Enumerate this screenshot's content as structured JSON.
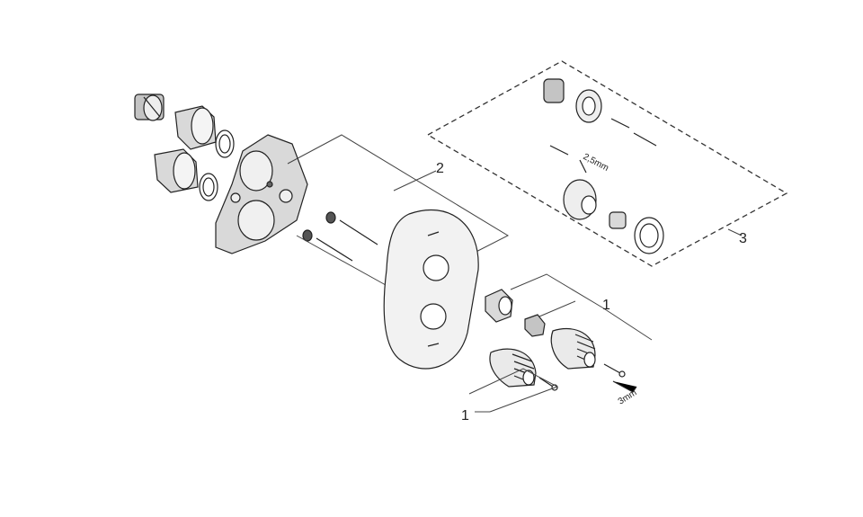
{
  "callouts": {
    "label_1_top": "1",
    "label_1_bottom": "1",
    "label_2": "2",
    "label_3": "3"
  },
  "dimensions": {
    "hex_key_small": "2,5mm",
    "hex_key_large": "3mm"
  },
  "colors": {
    "line": "#222222",
    "metal_light": "#d9d9d9",
    "metal_mid": "#c4c4c4",
    "background": "#ffffff"
  }
}
